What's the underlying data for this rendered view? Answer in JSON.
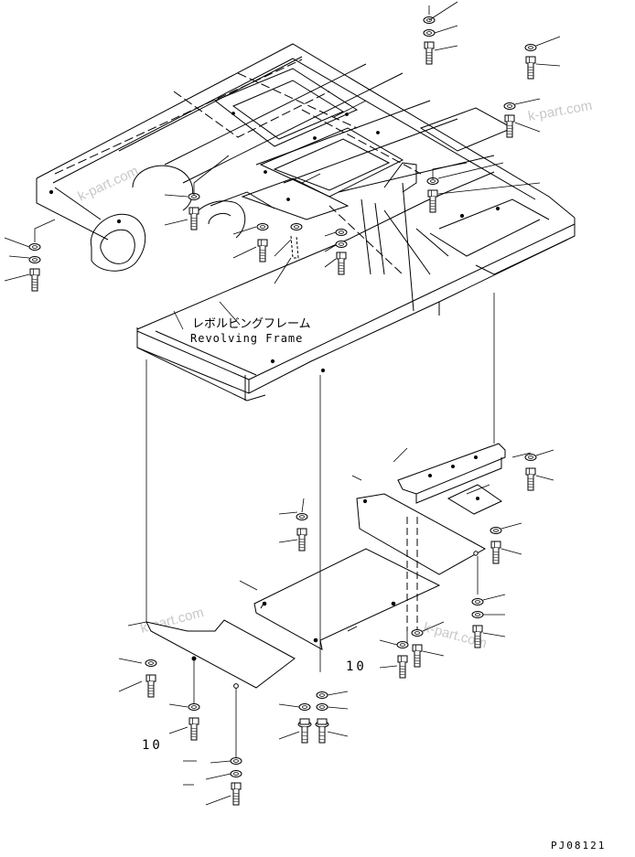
{
  "frame_label_jp": "レボルビングフレーム",
  "frame_label_en": "Revolving Frame",
  "qty_label_1": "10",
  "qty_label_2": "10",
  "drawing_number": "PJ08121",
  "watermark": "k-part.com"
}
